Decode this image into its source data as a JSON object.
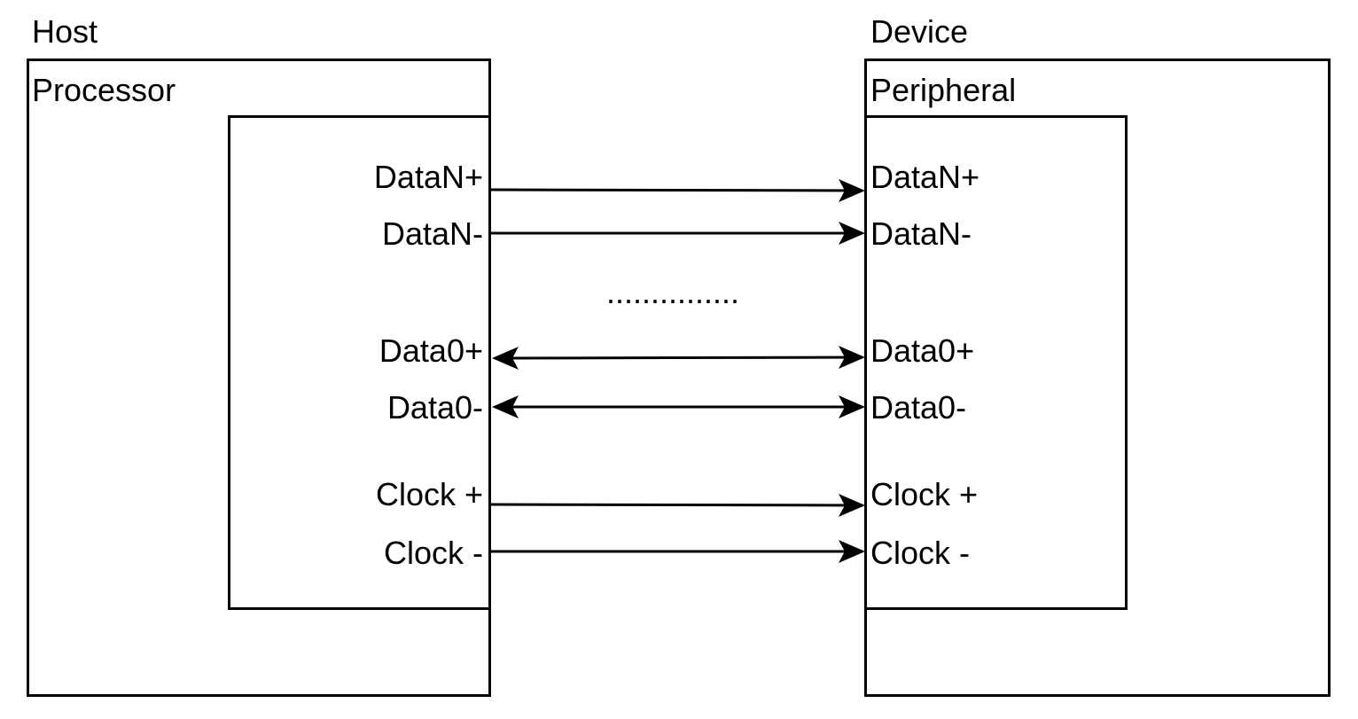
{
  "host": {
    "title": "Host",
    "block": "Processor",
    "signals": [
      "DataN+",
      "DataN-",
      "Data0+",
      "Data0-",
      "Clock +",
      "Clock -"
    ]
  },
  "device": {
    "title": "Device",
    "block": "Peripheral",
    "signals": [
      "DataN+",
      "DataN-",
      "Data0+",
      "Data0-",
      "Clock +",
      "Clock -"
    ]
  },
  "ellipsis": "...............",
  "links": [
    {
      "from": "DataN+",
      "direction": "host-to-device"
    },
    {
      "from": "DataN-",
      "direction": "host-to-device"
    },
    {
      "from": "Data0+",
      "direction": "bidirectional"
    },
    {
      "from": "Data0-",
      "direction": "bidirectional"
    },
    {
      "from": "Clock +",
      "direction": "host-to-device"
    },
    {
      "from": "Clock -",
      "direction": "host-to-device"
    }
  ]
}
